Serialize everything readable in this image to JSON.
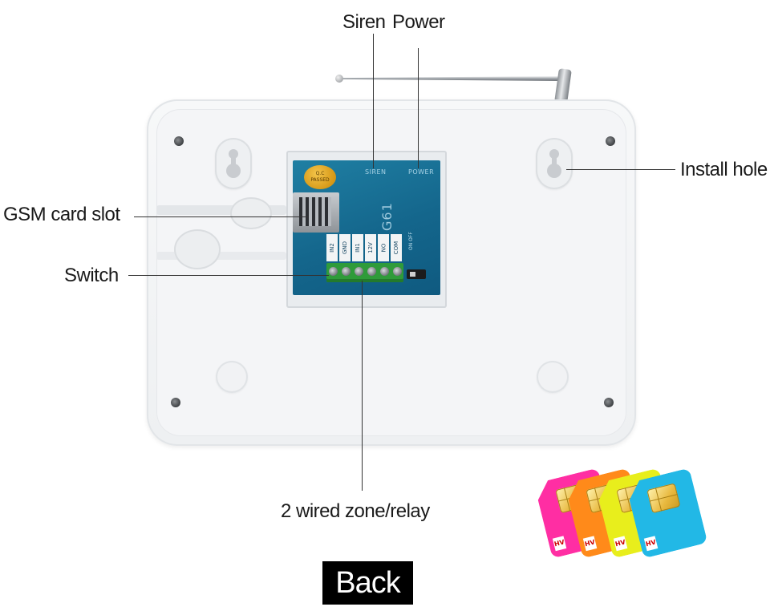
{
  "labels": {
    "siren": "Siren",
    "power": "Power",
    "install_hole": "Install hole",
    "gsm_card_slot": "GSM card slot",
    "switch": "Switch",
    "wired_zone": "2 wired zone/relay"
  },
  "pcb": {
    "siren_print": "SIREN",
    "power_print": "POWER",
    "qc_line1": "Q.C",
    "qc_line2": "PASSED",
    "model": "G61",
    "terminals": [
      "IN2",
      "GND",
      "IN1",
      "12V",
      "NO",
      "COM"
    ],
    "switch_on": "ON",
    "switch_off": "OFF"
  },
  "sim_cards": [
    {
      "color": "#ff2ea3",
      "mark": "HV"
    },
    {
      "color": "#ff8a1a",
      "mark": "HV"
    },
    {
      "color": "#e8ee1c",
      "mark": "HV"
    },
    {
      "color": "#22b8e6",
      "mark": "HV"
    }
  ],
  "back_button": {
    "label": "Back"
  }
}
